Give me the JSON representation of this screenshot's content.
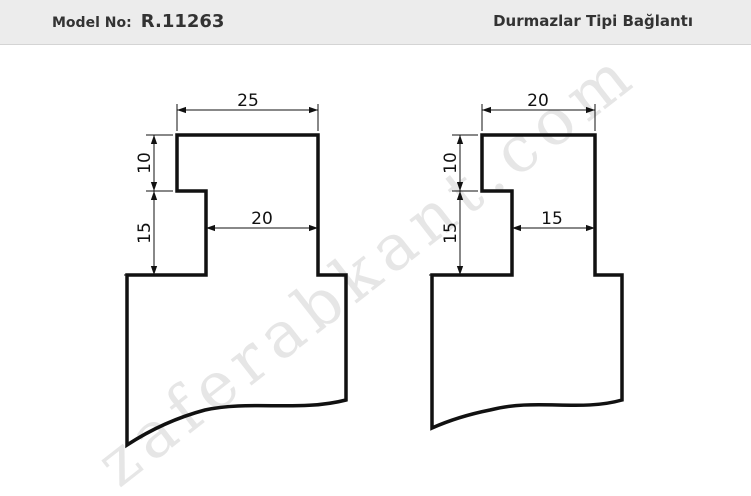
{
  "header": {
    "model_label": "Model No:",
    "model_value": "R.11263",
    "title": "Durmazlar Tipi Bağlantı"
  },
  "watermark": "zaferabkant.com",
  "diagrams": [
    {
      "top_width": "25",
      "top_height": "10",
      "neck_height": "15",
      "neck_width": "20"
    },
    {
      "top_width": "20",
      "top_height": "10",
      "neck_height": "15",
      "neck_width": "15"
    }
  ],
  "colors": {
    "header_bg": "#ececec",
    "line": "#111111",
    "watermark": "#e6e6e6"
  }
}
